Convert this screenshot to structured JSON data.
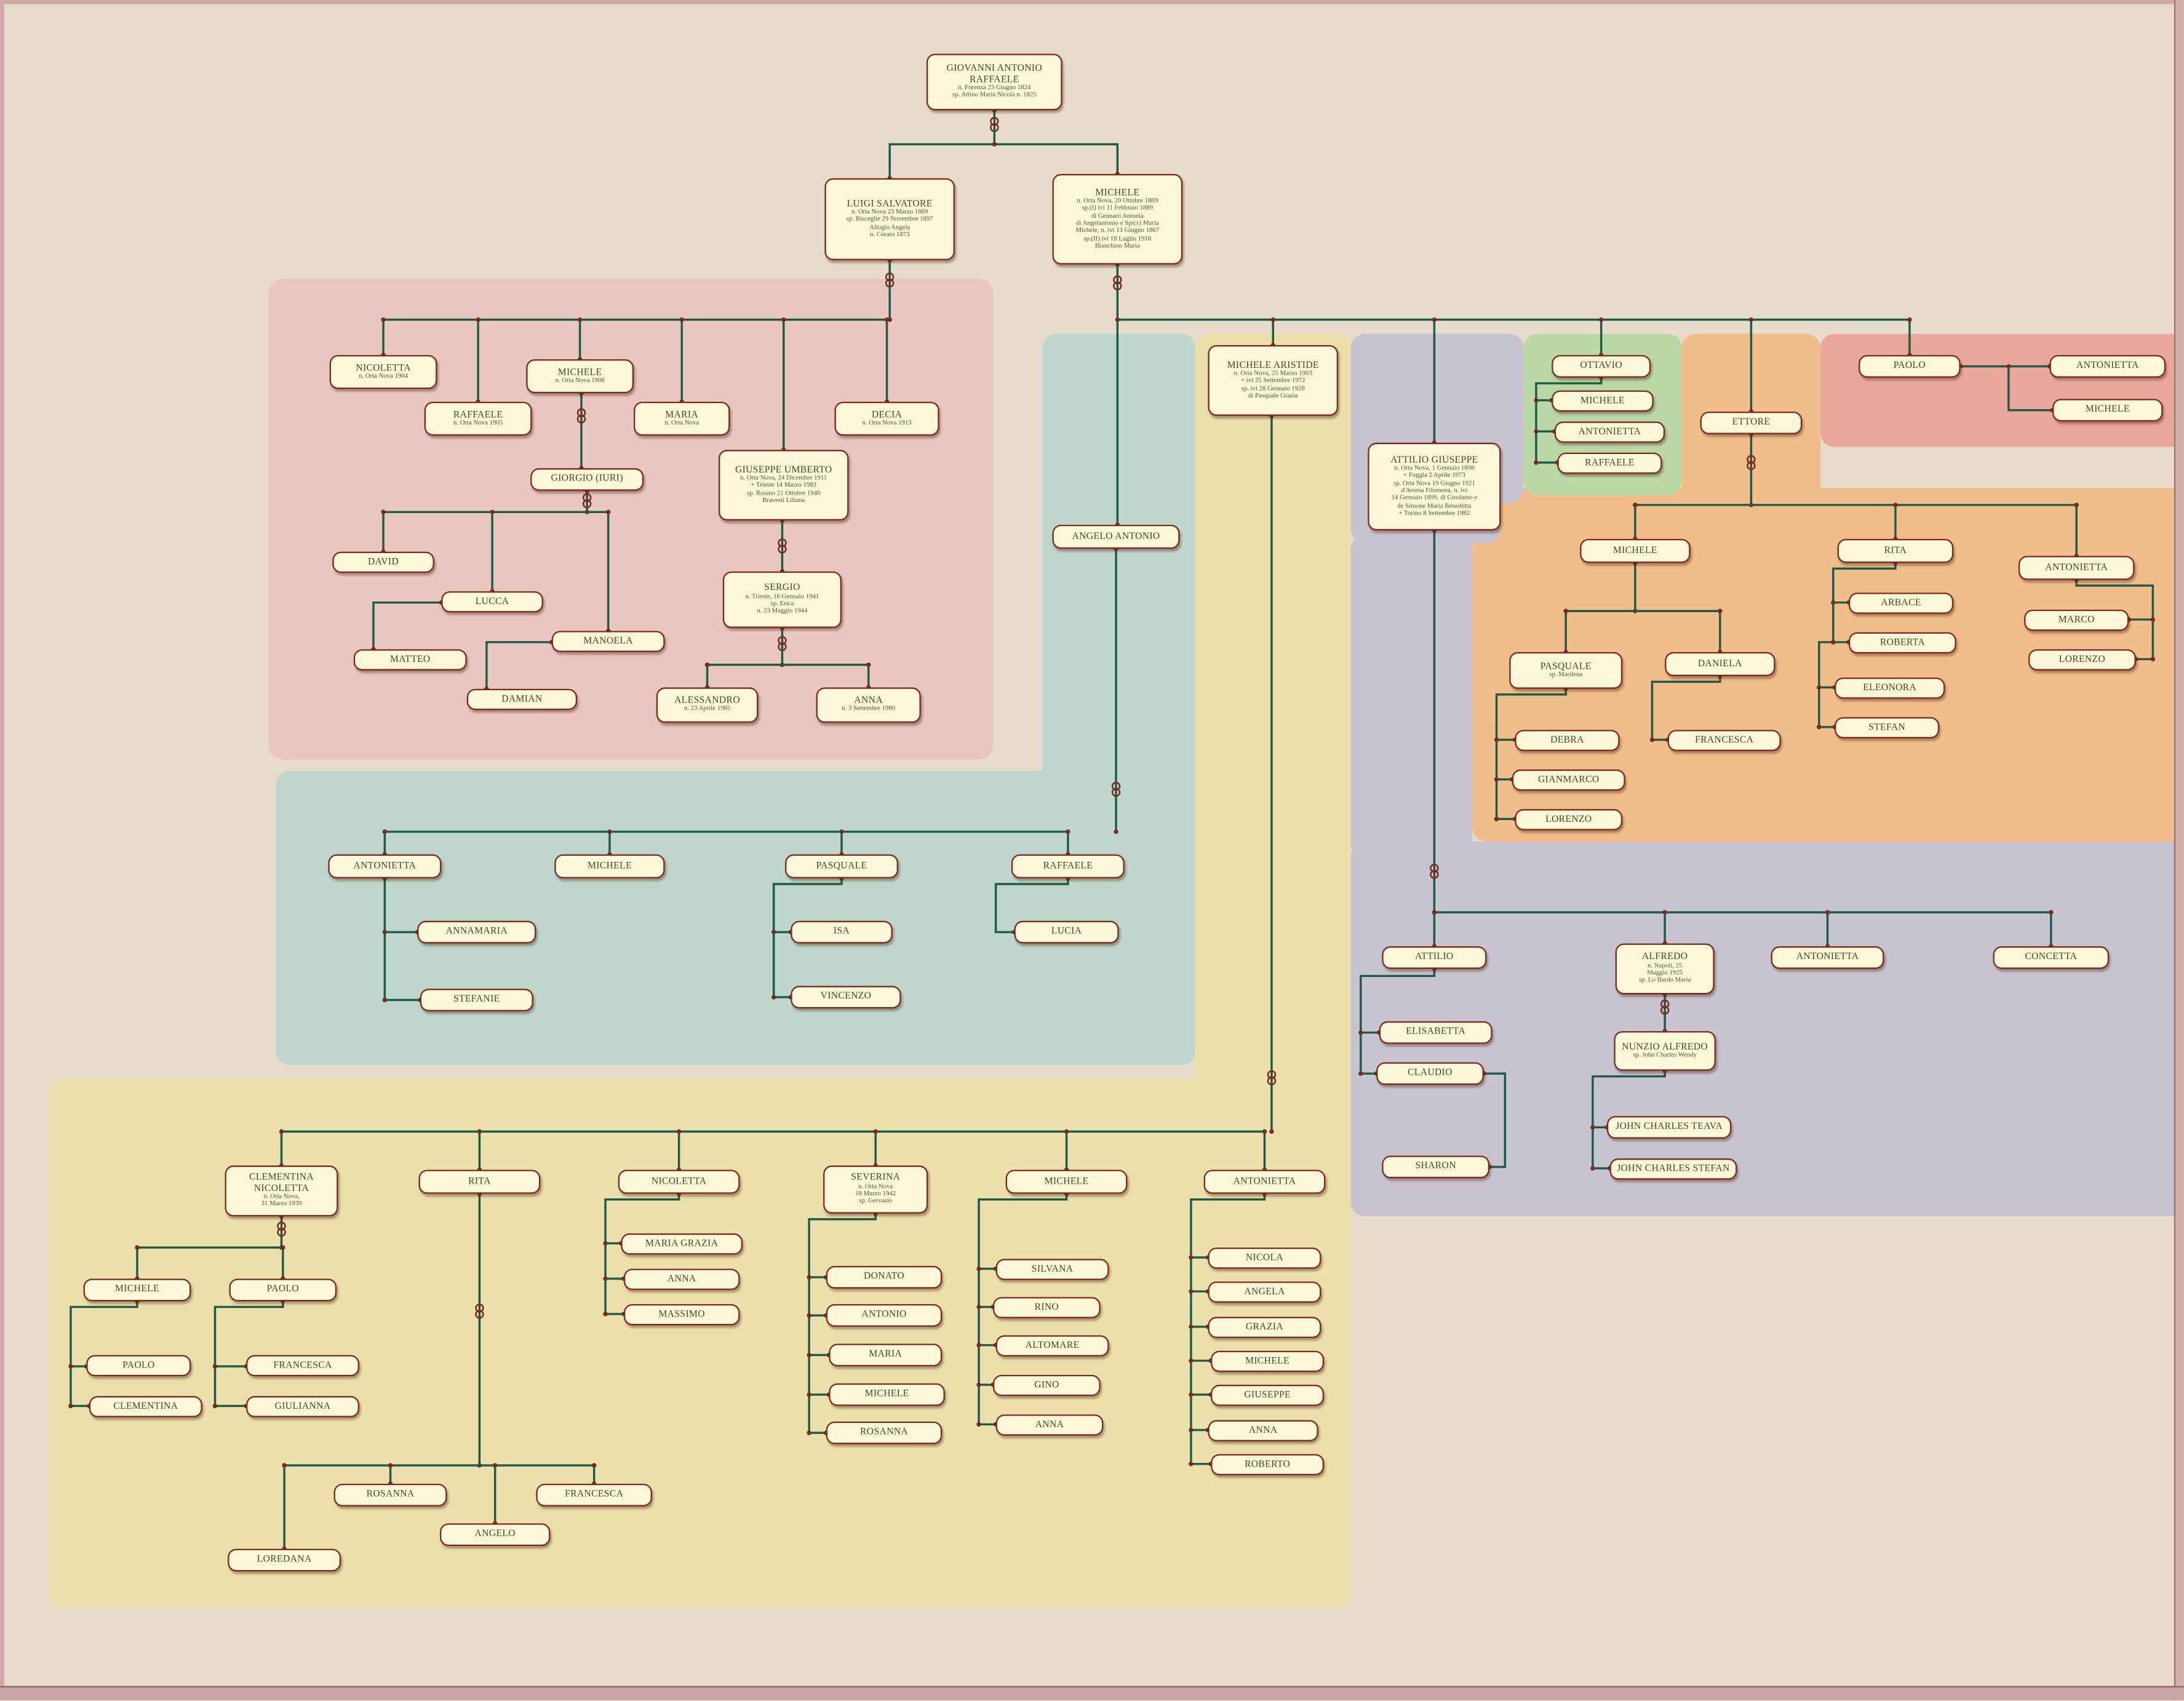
{
  "diagram": {
    "type": "family-tree",
    "colors": {
      "background": "#e7dccb",
      "region_pink": "#eac6c1",
      "region_teal": "#bfd6cd",
      "region_yellow": "#ebdfab",
      "region_purple": "#c7c3d0",
      "region_green": "#b9d8a6",
      "region_orange": "#f0bd8b",
      "region_red": "#e9a79c",
      "node_fill": "#fbf7d8",
      "node_border": "#7c2a1e",
      "line": "#1c5c46",
      "frame": "#cba4a6"
    },
    "nodes": [
      {
        "id": "giovanni",
        "label": "GIOVANNI ANTONIO RAFFAELE",
        "sub": [
          "n. Forenza 23 Giugno 1824",
          "sp. Attino Maria Nicola n. 1825"
        ]
      },
      {
        "id": "luigi",
        "label": "LUIGI SALVATORE",
        "sub": [
          "n. Orta Nova 23 Marzo 1869",
          "sp. Bisceglie 29 Novembre 1897",
          "Allogio Angela",
          "n. Corato 1873"
        ]
      },
      {
        "id": "michele1869",
        "label": "MICHELE",
        "sub": [
          "n. Orta Nova, 20 Ottobre 1869",
          "sp.(I) ivi 11 Febbraio 1889",
          "di Gennaro Antonia",
          "di Angelantonio e Spicci Maria",
          "Michele, n. ivi 13 Giugno 1867",
          "sp.(II) ivi 18 Luglio 1918",
          "Bianchino Maria"
        ]
      },
      {
        "id": "nicoletta1",
        "label": "NICOLETTA",
        "sub": [
          "n. Orta Nova 1904"
        ]
      },
      {
        "id": "raffaele1",
        "label": "RAFFAELE",
        "sub": [
          "n. Orta Nova 1905"
        ]
      },
      {
        "id": "michele1908",
        "label": "MICHELE",
        "sub": [
          "n. Orta Nova 1908"
        ]
      },
      {
        "id": "maria1",
        "label": "MARIA",
        "sub": [
          "n. Orta Nova"
        ]
      },
      {
        "id": "decia",
        "label": "DECIA",
        "sub": [
          "n. Orta Nova 1913"
        ]
      },
      {
        "id": "giuseppeumberto",
        "label": "GIUSEPPE UMBERTO",
        "sub": [
          "n. Orta Nova, 24 Dicembre 1911",
          "+ Trieste 14 Marzo 1983",
          "sp. Roiano 21 Ottobre 1940",
          "Bravesti Liliana"
        ]
      },
      {
        "id": "giorgio",
        "label": "GIORGIO (IURI)"
      },
      {
        "id": "david",
        "label": "DAVID"
      },
      {
        "id": "lucca",
        "label": "LUCCA"
      },
      {
        "id": "matteo",
        "label": "MATTEO"
      },
      {
        "id": "manoela",
        "label": "MANOELA"
      },
      {
        "id": "damian",
        "label": "DAMIAN"
      },
      {
        "id": "sergio",
        "label": "SERGIO",
        "sub": [
          "n. Trieste, 16 Gennaio 1941",
          "sp. Erica",
          "n. 23 Maggio 1944"
        ]
      },
      {
        "id": "alessandro",
        "label": "ALESSANDRO",
        "sub": [
          "n. 23 Aprile 1965"
        ]
      },
      {
        "id": "anna1",
        "label": "ANNA",
        "sub": [
          "n. 3 Settembre 1980"
        ]
      },
      {
        "id": "michelearistide",
        "label": "MICHELE ARISTIDE",
        "sub": [
          "n. Orta Nova, 25 Marzo 1903",
          "+ ivi 25 Settembre 1972",
          "sp. ivi 28 Gennaio 1928",
          "di Pasquale Grazia"
        ]
      },
      {
        "id": "angeloantonio",
        "label": "ANGELO ANTONIO"
      },
      {
        "id": "attiliogiuseppe",
        "label": "ATTILIO GIUSEPPE",
        "sub": [
          "n. Orta Nova, 1 Gennaio 1898",
          "+ Foggia 2 Aprile 1973",
          "sp. Orta Nova 19 Giugno 1921",
          "d'Aversa Filomena, n. ivi",
          "14 Gennaio 1899, di Girolamo e",
          "de Simone Maria Benedetta",
          "+ Torino 8 Settembre 1982"
        ]
      },
      {
        "id": "ottavio",
        "label": "OTTAVIO"
      },
      {
        "id": "michele_o",
        "label": "MICHELE"
      },
      {
        "id": "antonietta_o",
        "label": "ANTONIETTA"
      },
      {
        "id": "raffaele_o",
        "label": "RAFFAELE"
      },
      {
        "id": "ettore",
        "label": "ETTORE"
      },
      {
        "id": "paolo1",
        "label": "PAOLO"
      },
      {
        "id": "antonietta_p",
        "label": "ANTONIETTA"
      },
      {
        "id": "michele_p",
        "label": "MICHELE"
      },
      {
        "id": "michele_e",
        "label": "MICHELE"
      },
      {
        "id": "rita_e",
        "label": "RITA"
      },
      {
        "id": "antonietta_e",
        "label": "ANTONIETTA"
      },
      {
        "id": "pasquale_m",
        "label": "PASQUALE",
        "sub": [
          "sp. Marilena"
        ]
      },
      {
        "id": "daniela",
        "label": "DANIELA"
      },
      {
        "id": "debra",
        "label": "DEBRA"
      },
      {
        "id": "gianmarco",
        "label": "GIANMARCO"
      },
      {
        "id": "lorenzo_m",
        "label": "LORENZO"
      },
      {
        "id": "francesca_d",
        "label": "FRANCESCA"
      },
      {
        "id": "arbace",
        "label": "ARBACE"
      },
      {
        "id": "roberta",
        "label": "ROBERTA"
      },
      {
        "id": "eleonora",
        "label": "ELEONORA"
      },
      {
        "id": "stefan",
        "label": "STEFAN"
      },
      {
        "id": "marco",
        "label": "MARCO"
      },
      {
        "id": "lorenzo_a",
        "label": "LORENZO"
      },
      {
        "id": "attilio2",
        "label": "ATTILIO"
      },
      {
        "id": "alfredo",
        "label": "ALFREDO",
        "sub": [
          "n. Napoli, 25",
          "Maggio 1925",
          "sp. Lo Bardo Maria"
        ]
      },
      {
        "id": "antonietta_a",
        "label": "ANTONIETTA"
      },
      {
        "id": "concetta",
        "label": "CONCETTA"
      },
      {
        "id": "elisabetta",
        "label": "ELISABETTA"
      },
      {
        "id": "claudio",
        "label": "CLAUDIO"
      },
      {
        "id": "sharon",
        "label": "SHARON"
      },
      {
        "id": "nunzioalfredo",
        "label": "NUNZIO ALFREDO",
        "sub": [
          "sp. John Charles Wendy"
        ]
      },
      {
        "id": "johnteava",
        "label": "JOHN CHARLES TEAVA"
      },
      {
        "id": "johnstefan",
        "label": "JOHN CHARLES STEFAN"
      },
      {
        "id": "antonietta_t",
        "label": "ANTONIETTA"
      },
      {
        "id": "michele_t",
        "label": "MICHELE"
      },
      {
        "id": "pasquale_t",
        "label": "PASQUALE"
      },
      {
        "id": "raffaele_t",
        "label": "RAFFAELE"
      },
      {
        "id": "annamaria",
        "label": "ANNAMARIA"
      },
      {
        "id": "stefanie",
        "label": "STEFANIE"
      },
      {
        "id": "isa",
        "label": "ISA"
      },
      {
        "id": "vincenzo",
        "label": "VINCENZO"
      },
      {
        "id": "lucia",
        "label": "LUCIA"
      },
      {
        "id": "clementinanicoletta",
        "label": "CLEMENTINA NICOLETTA",
        "sub": [
          "n. Orta Nova,",
          "31 Marzo 1939"
        ]
      },
      {
        "id": "rita_y",
        "label": "RITA"
      },
      {
        "id": "nicoletta_y",
        "label": "NICOLETTA"
      },
      {
        "id": "severina",
        "label": "SEVERINA",
        "sub": [
          "n. Orta Nova",
          "18 Marzo 1942",
          "sp. Gervasio"
        ]
      },
      {
        "id": "michele_y",
        "label": "MICHELE"
      },
      {
        "id": "antonietta_y",
        "label": "ANTONIETTA"
      },
      {
        "id": "michele_c",
        "label": "MICHELE"
      },
      {
        "id": "paolo_c",
        "label": "PAOLO"
      },
      {
        "id": "paolo_cc",
        "label": "PAOLO"
      },
      {
        "id": "clementina_cc",
        "label": "CLEMENTINA"
      },
      {
        "id": "francesca_c",
        "label": "FRANCESCA"
      },
      {
        "id": "giulianna",
        "label": "GIULIANNA"
      },
      {
        "id": "rosanna_r",
        "label": "ROSANNA"
      },
      {
        "id": "angelo_r",
        "label": "ANGELO"
      },
      {
        "id": "francesca_r",
        "label": "FRANCESCA"
      },
      {
        "id": "loredana",
        "label": "LOREDANA"
      },
      {
        "id": "mariagrazia",
        "label": "MARIA GRAZIA"
      },
      {
        "id": "anna_n",
        "label": "ANNA"
      },
      {
        "id": "massimo",
        "label": "MASSIMO"
      },
      {
        "id": "donato",
        "label": "DONATO"
      },
      {
        "id": "antonio_s",
        "label": "ANTONIO"
      },
      {
        "id": "maria_s",
        "label": "MARIA"
      },
      {
        "id": "michele_s",
        "label": "MICHELE"
      },
      {
        "id": "rosanna_s",
        "label": "ROSANNA"
      },
      {
        "id": "silvana",
        "label": "SILVANA"
      },
      {
        "id": "rino",
        "label": "RINO"
      },
      {
        "id": "altomare",
        "label": "ALTOMARE"
      },
      {
        "id": "gino",
        "label": "GINO"
      },
      {
        "id": "anna_m",
        "label": "ANNA"
      },
      {
        "id": "nicola",
        "label": "NICOLA"
      },
      {
        "id": "angela",
        "label": "ANGELA"
      },
      {
        "id": "grazia",
        "label": "GRAZIA"
      },
      {
        "id": "michele_a2",
        "label": "MICHELE"
      },
      {
        "id": "giuseppe_a",
        "label": "GIUSEPPE"
      },
      {
        "id": "anna_a",
        "label": "ANNA"
      },
      {
        "id": "roberto",
        "label": "ROBERTO"
      }
    ]
  }
}
